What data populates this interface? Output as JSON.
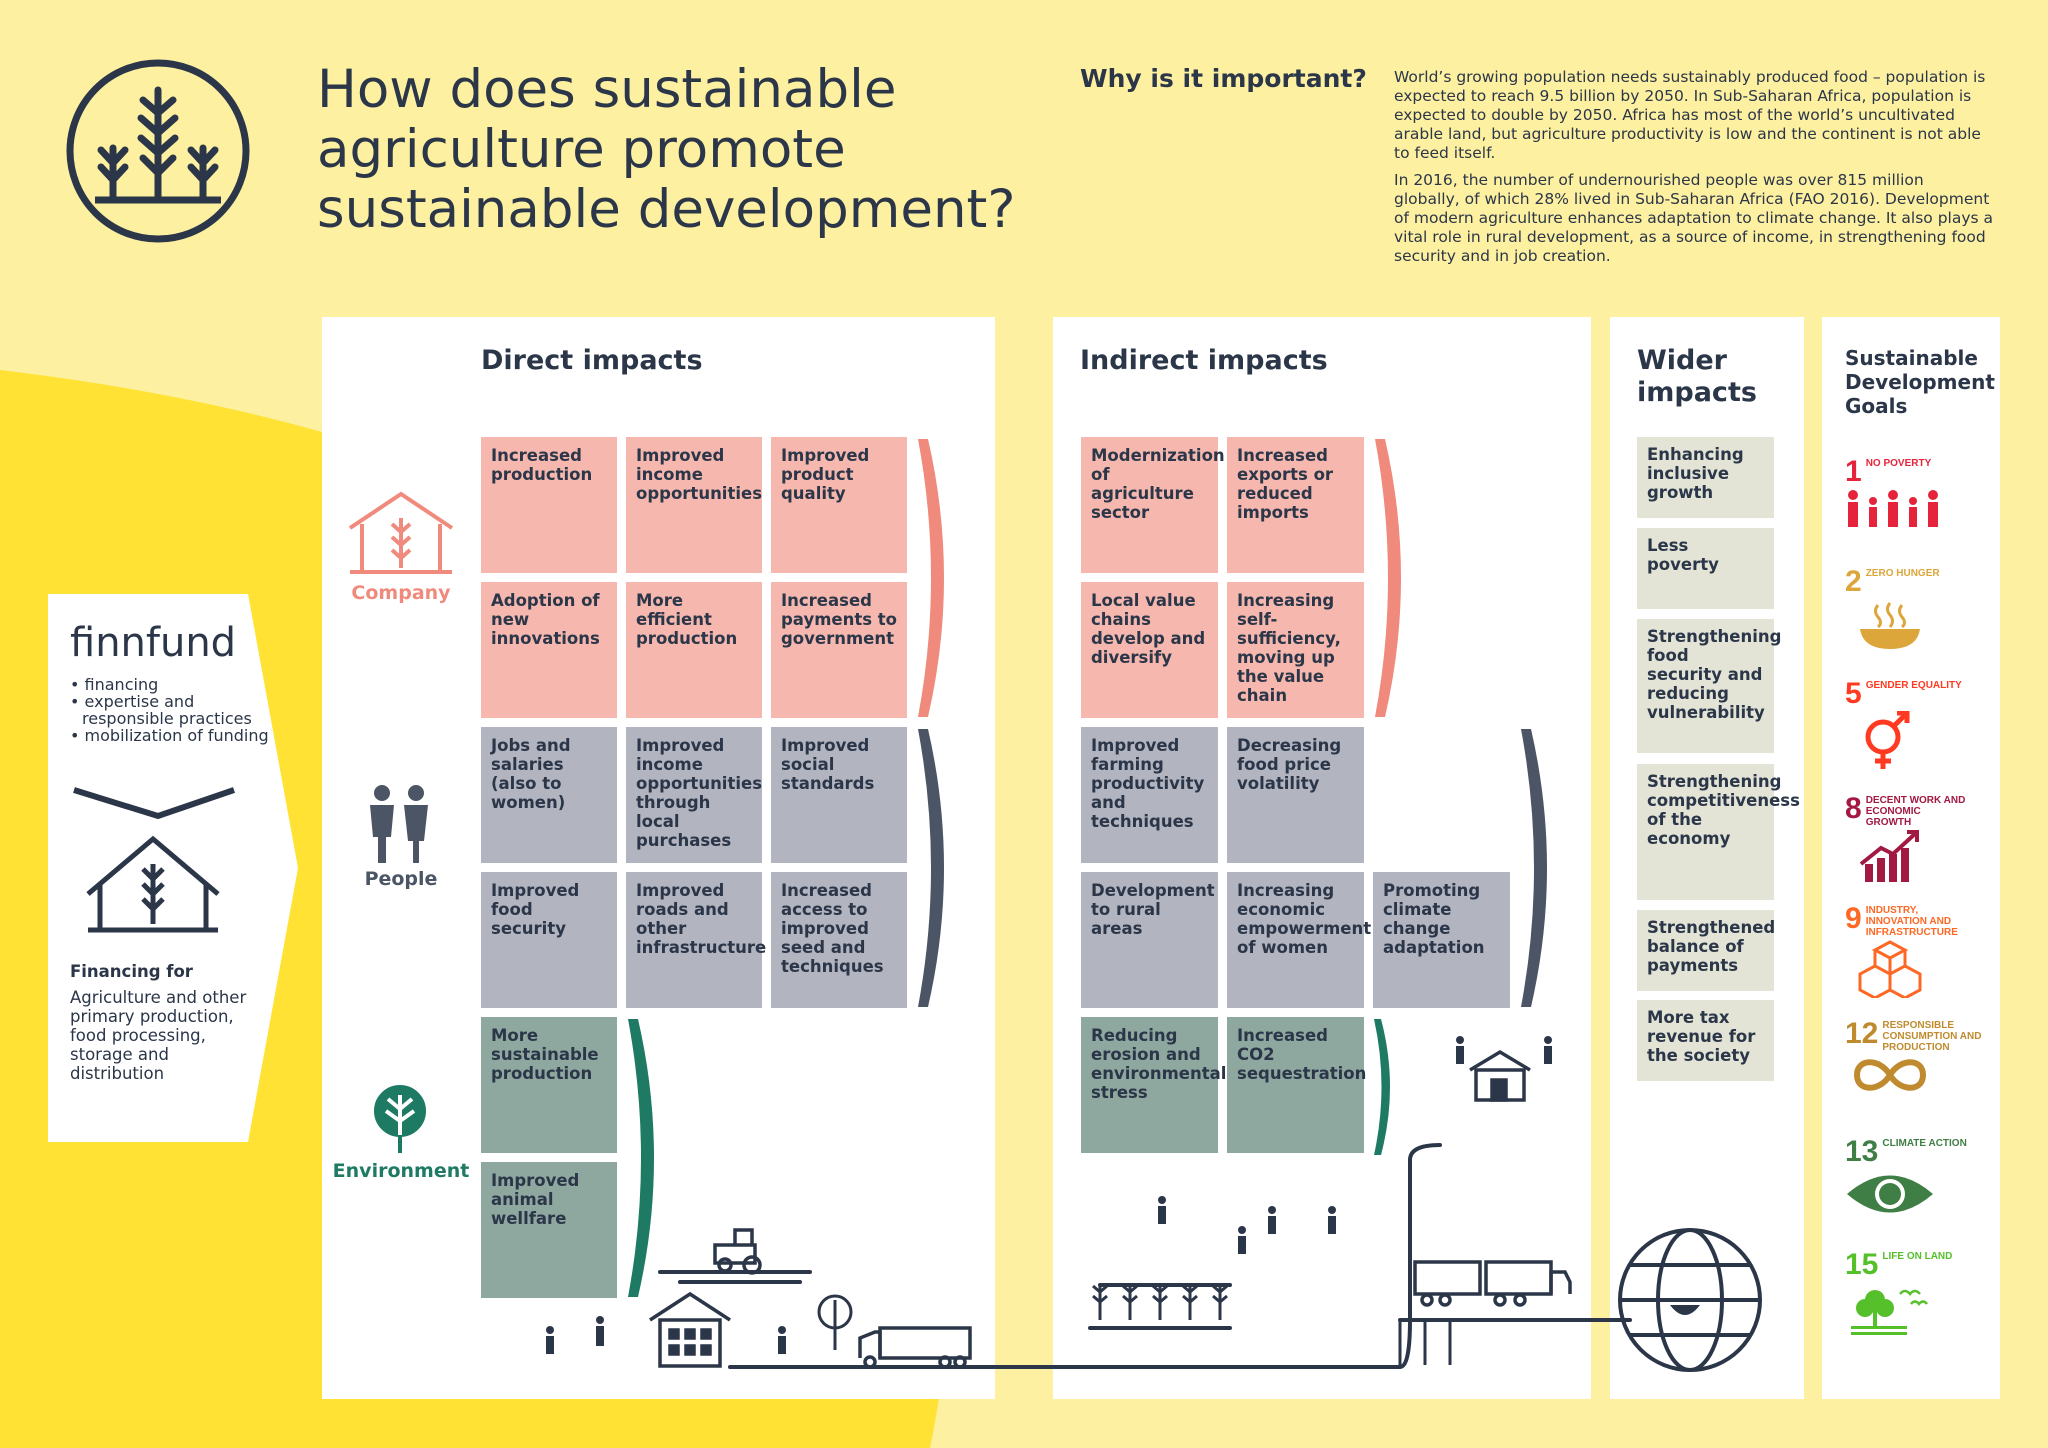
{
  "title": "How does sustainable agriculture promote sustainable development?",
  "why": {
    "heading": "Why is it important?",
    "p1": "World’s growing population needs sustainably produced food – population is expected to reach 9.5 billion by 2050. In Sub-Saharan Africa, population is expected to double by 2050. Africa has most of the world’s uncultivated arable land, but agriculture productivity is low and the continent is not able to feed itself.",
    "p2": "In 2016, the number of undernourished people was over 815 million globally, of which 28% lived in Sub-Saharan Africa (FAO 2016). Development of modern agriculture enhances adaptation to climate change. It also plays a vital role in rural development, as a source of income, in strengthening food security and in job creation."
  },
  "finnfund": {
    "name": "finnfund",
    "bullets": [
      "financing",
      "expertise and responsible practices",
      "mobilization of funding"
    ],
    "financing_for_heading": "Financing for",
    "financing_for_text": "Agriculture and other primary production, food processing, storage and distribution"
  },
  "rows": {
    "company": "Company",
    "people": "People",
    "environment": "Environment"
  },
  "direct": {
    "title": "Direct impacts",
    "company": [
      "Increased production",
      "Improved income opportunities",
      "Improved product quality",
      "Adoption of new innovations",
      "More efficient production",
      "Increased payments to government"
    ],
    "people": [
      "Jobs and salaries (also to women)",
      "Improved income opportunities through local purchases",
      "Improved social standards",
      "Improved food security",
      "Improved roads and other infrastructure",
      "Increased access to improved seed and techniques"
    ],
    "environment": [
      "More sustainable production",
      "Improved animal wellfare"
    ]
  },
  "indirect": {
    "title": "Indirect impacts",
    "company": [
      "Modernization of agriculture sector",
      "Increased exports or reduced imports",
      "Local value chains develop and diversify",
      "Increasing self-sufficiency, moving up the value chain"
    ],
    "people": [
      "Improved farming productivity and techniques",
      "Decreasing food price volatility",
      "Development to rural areas",
      "Increasing economic empowerment of women",
      "Promoting climate change adaptation"
    ],
    "environment": [
      "Reducing erosion and environmental stress",
      "Increased CO2 sequestration"
    ]
  },
  "wider": {
    "title": "Wider impacts",
    "items": [
      "Enhancing inclusive growth",
      "Less poverty",
      "Strengthening food security and reducing vulnerability",
      "Strengthening competitiveness of the economy",
      "Strengthened balance of payments",
      "More tax revenue for the society"
    ]
  },
  "sdg": {
    "title": "Sustainable Development Goals",
    "goals": [
      {
        "num": "1",
        "label": "NO POVERTY",
        "color": "#e5243b",
        "icon": "family-icon"
      },
      {
        "num": "2",
        "label": "ZERO HUNGER",
        "color": "#dda63a",
        "icon": "bowl-icon"
      },
      {
        "num": "5",
        "label": "GENDER EQUALITY",
        "color": "#ff3a21",
        "icon": "gender-icon"
      },
      {
        "num": "8",
        "label": "DECENT WORK AND ECONOMIC GROWTH",
        "color": "#a21942",
        "icon": "growth-chart-icon"
      },
      {
        "num": "9",
        "label": "INDUSTRY, INNOVATION AND INFRASTRUCTURE",
        "color": "#fd6925",
        "icon": "cubes-icon"
      },
      {
        "num": "12",
        "label": "RESPONSIBLE CONSUMPTION AND PRODUCTION",
        "color": "#bf8b2e",
        "icon": "infinity-icon"
      },
      {
        "num": "13",
        "label": "CLIMATE ACTION",
        "color": "#3f7e44",
        "icon": "eye-globe-icon"
      },
      {
        "num": "15",
        "label": "LIFE ON LAND",
        "color": "#56c02b",
        "icon": "tree-birds-icon"
      }
    ]
  },
  "colors": {
    "navy": "#2b3649",
    "company": "#ef8a7c",
    "people": "#4c5566",
    "environment": "#1e7a63",
    "pink_box": "#f6b8ae",
    "grey_box": "#b2b4bf",
    "green_box": "#8fa89f"
  }
}
